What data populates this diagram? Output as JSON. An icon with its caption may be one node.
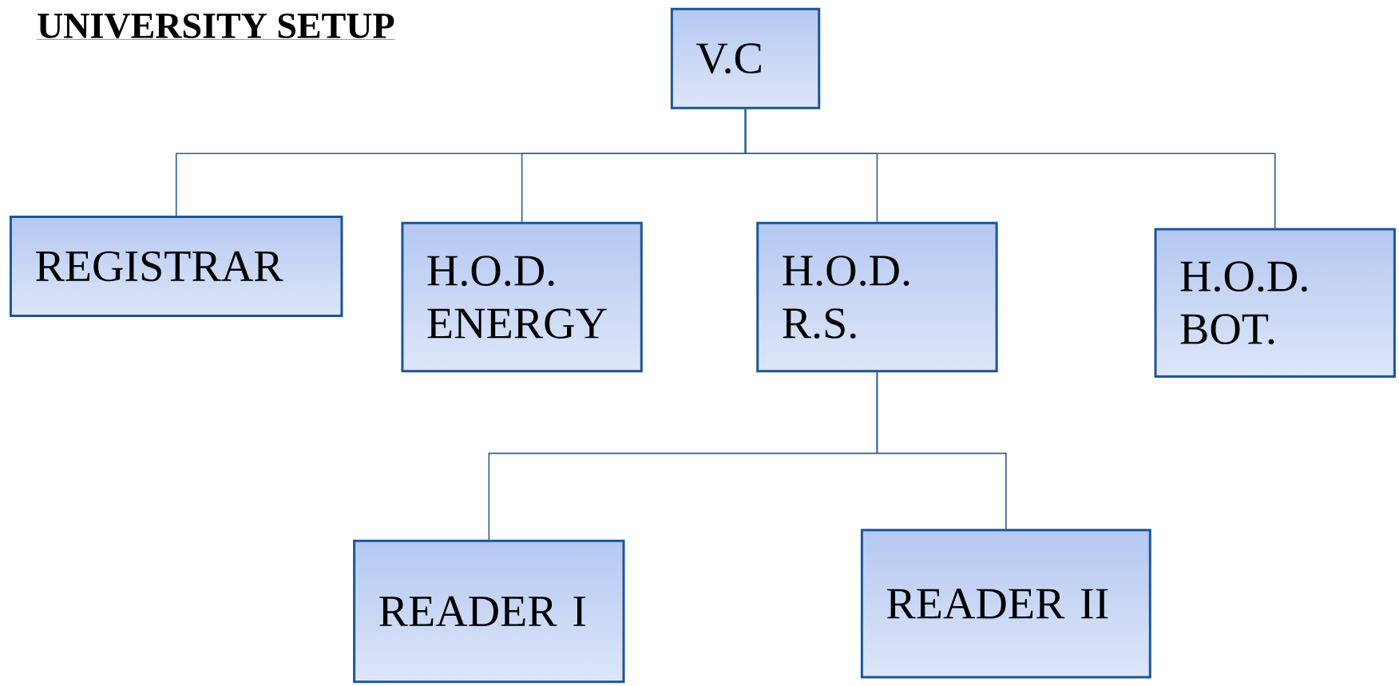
{
  "diagram": {
    "title": "UNIVERSITY SETUP",
    "nodes": [
      {
        "text": [
          "V.C"
        ]
      },
      {
        "text": [
          "REGISTRAR"
        ]
      },
      {
        "text": [
          "H.O.D. ENERGY"
        ]
      },
      {
        "text": [
          "H.O.D. R.S."
        ]
      },
      {
        "text": [
          "H.O.D. BOT."
        ]
      },
      {
        "text": [
          "READER I"
        ]
      },
      {
        "text": [
          "READER II"
        ]
      }
    ],
    "edges": [
      {
        "from": 0,
        "to": 1,
        "arrow": "none"
      },
      {
        "from": 0,
        "to": 2,
        "arrow": "none"
      },
      {
        "from": 0,
        "to": 3,
        "arrow": "none"
      },
      {
        "from": 0,
        "to": 4,
        "arrow": "none"
      },
      {
        "from": 3,
        "to": 5,
        "arrow": "none"
      },
      {
        "from": 3,
        "to": 6,
        "arrow": "none"
      }
    ]
  }
}
